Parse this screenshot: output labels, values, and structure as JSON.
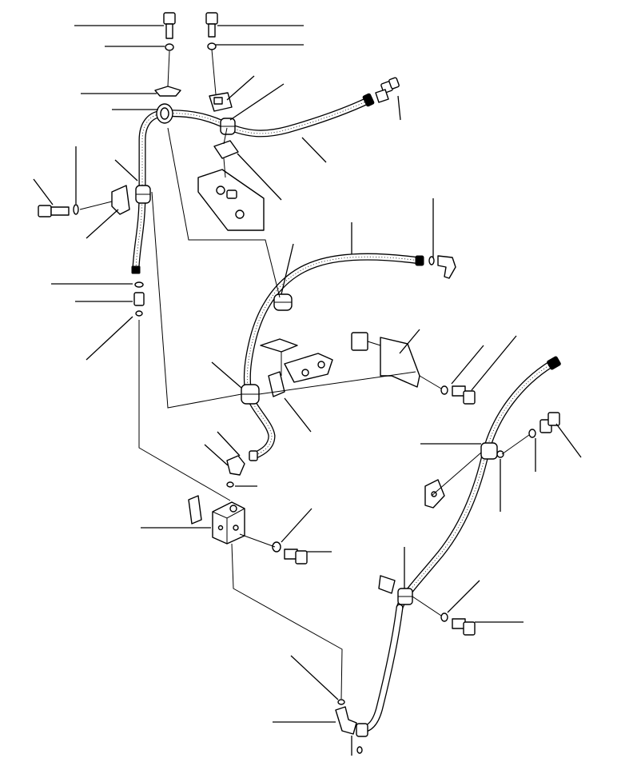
{
  "diagram": {
    "type": "exploded-parts-diagram",
    "text_labels": [],
    "components": {
      "hoses": [
        "hose-upper-left",
        "hose-upper-right",
        "hose-middle",
        "hose-lower-center",
        "hose-right-long",
        "pipe-right-lower"
      ],
      "clamps": [
        "clamp-top-left",
        "clamp-left-mid",
        "clamp-top-mid",
        "clamp-middle-upper",
        "clamp-middle-lower",
        "clamp-right",
        "clamp-right-lower"
      ],
      "brackets": [
        "bracket-plate-upper",
        "bracket-plate-middle",
        "bracket-right",
        "bracket-small-right",
        "bracket-small-left"
      ],
      "blocks": [
        "valve-block"
      ],
      "fasteners": [
        "bolt-top-left",
        "bolt-top-right",
        "bolt-left",
        "bolt-right-upper",
        "bolt-right-mid",
        "bolt-valve",
        "bolt-right-lower"
      ],
      "fittings": [
        "elbow-fitting-mid",
        "elbow-fitting-lower",
        "elbow-fitting-right",
        "fitting-left",
        "connector-top-right",
        "nipple-right-top"
      ]
    },
    "leader_line_count": 37,
    "line_color": "#000000",
    "background_color": "#ffffff"
  }
}
